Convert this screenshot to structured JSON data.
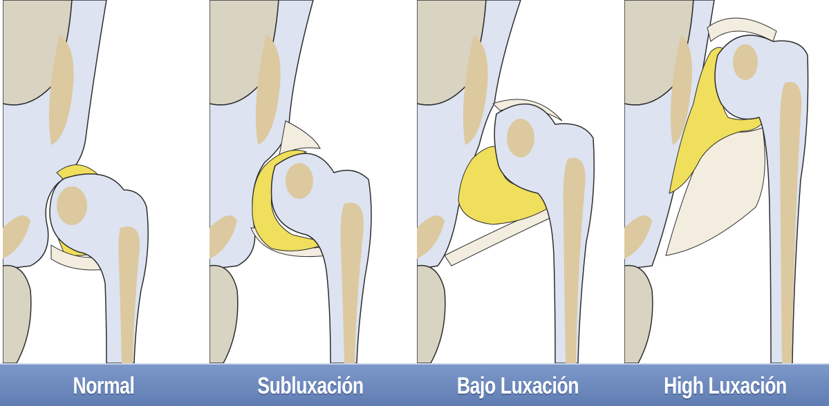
{
  "stages": [
    {
      "label": "Normal"
    },
    {
      "label": "Subluxación"
    },
    {
      "label": "Bajo Luxación"
    },
    {
      "label": "High Luxación"
    }
  ],
  "colors": {
    "bone_outline": "#2c2c2c",
    "cortex": "#dde3f1",
    "marrow": "#dcc9a0",
    "pelvis_shade": "#d9d3c2",
    "cartilage": "#efdf5c",
    "capsule": "#f3ede0",
    "banner": "#6a86bd",
    "label_text": "#ffffff"
  }
}
